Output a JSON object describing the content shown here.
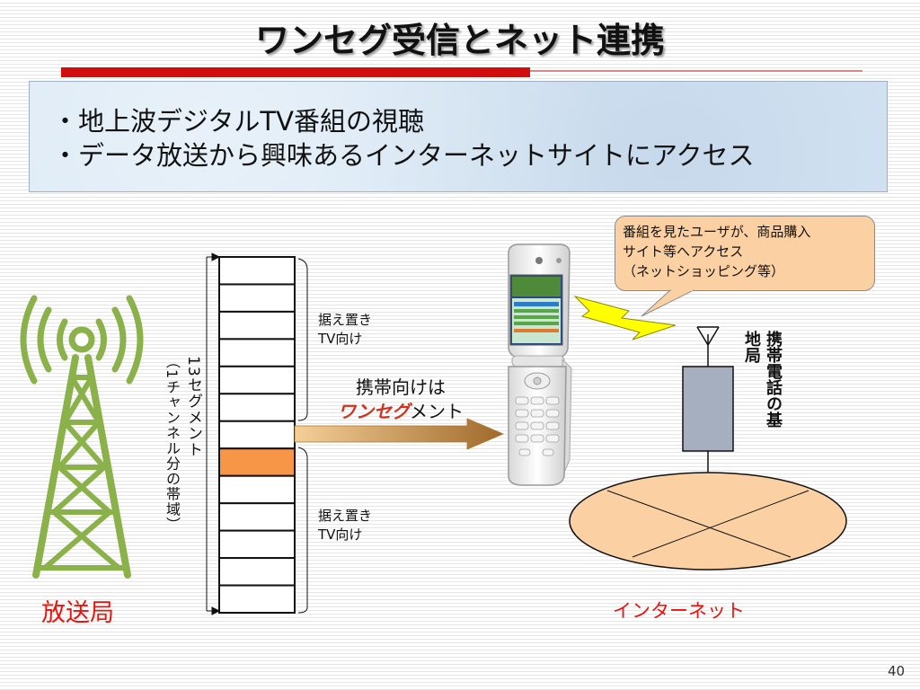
{
  "title": "ワンセグ受信とネット連携",
  "bullets": [
    "・地上波デジタルTV番組の視聴",
    "・データ放送から興味あるインターネットサイトにアクセス"
  ],
  "callout": {
    "lines": [
      "番組を見たユーザが、商品購入",
      "サイト等へアクセス",
      "（ネットショッピング等）"
    ]
  },
  "diagram": {
    "segment_label": "13セグメント",
    "channel_label": "（1チャンネル分の帯域）",
    "upper_label": [
      "据え置き",
      "TV向け"
    ],
    "lower_label": [
      "据え置き",
      "TV向け"
    ],
    "mobile_line1": "携帯向けは",
    "mobile_em": "ワンセグ",
    "mobile_tail": "メント",
    "base_station": "携帯電話の基地局",
    "broadcast_station": "放送局",
    "internet": "インターネット",
    "segment_count": 13,
    "highlight_segment": 7,
    "colors": {
      "tower": "#8bb14a",
      "segment_highlight": "#f79646",
      "arrow": "#c58a3c",
      "internet_fill": "#fbd1a3",
      "lightning": "#ffff00",
      "red_text": "#e8140e"
    }
  },
  "page_number": "40"
}
